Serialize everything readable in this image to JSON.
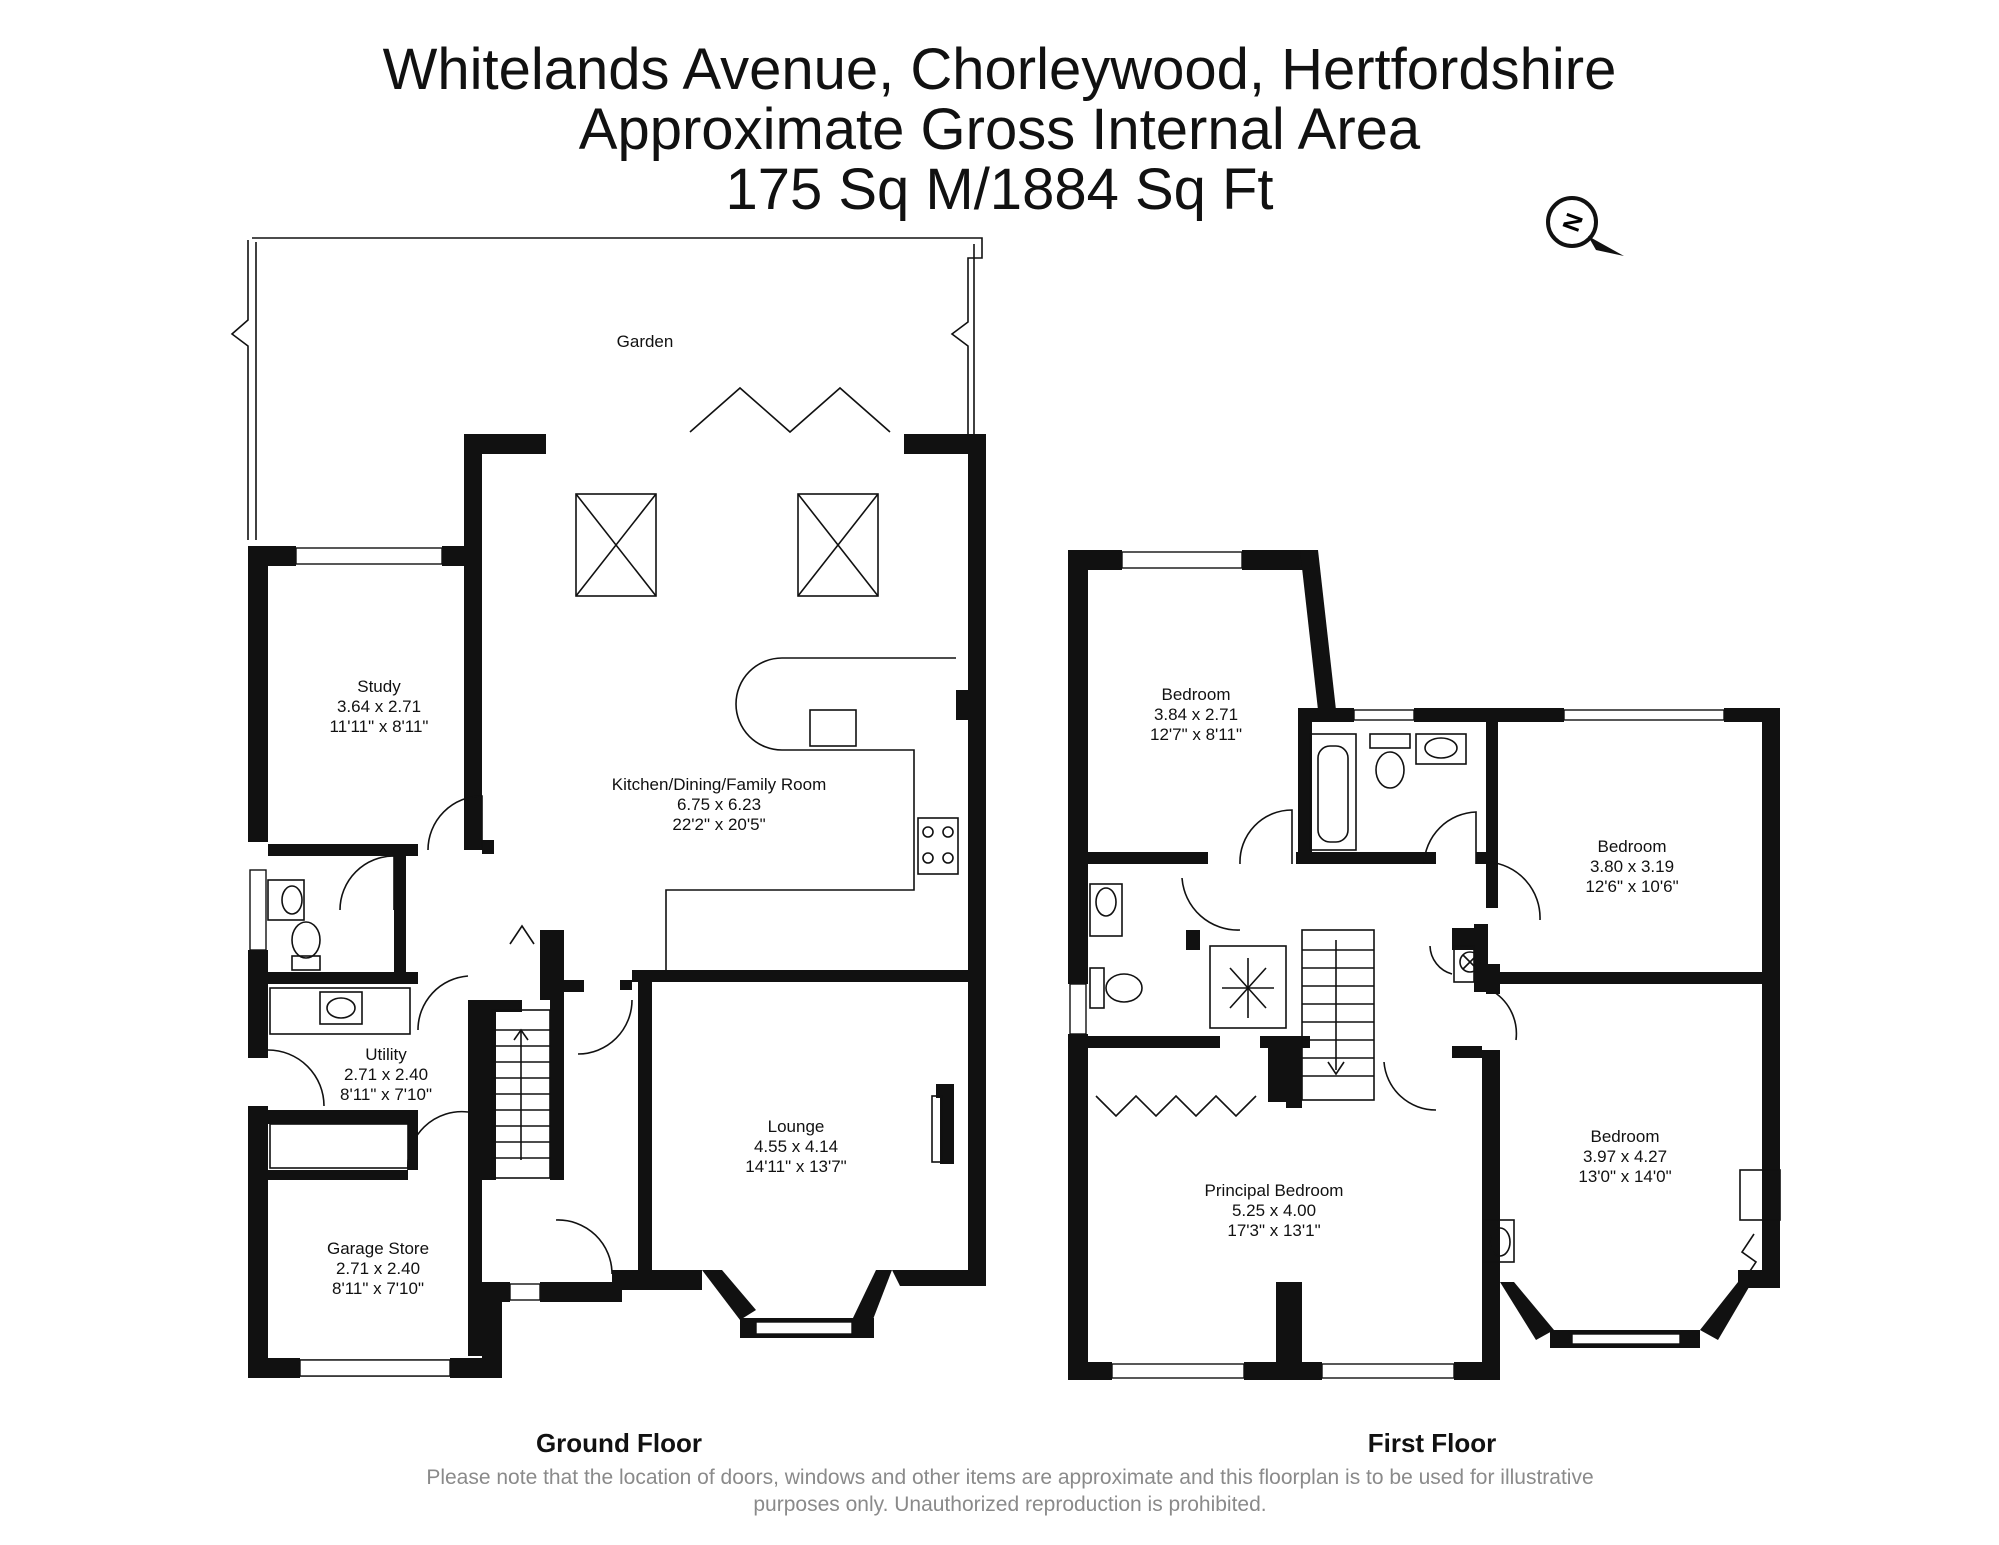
{
  "header": {
    "line1": "Whitelands Avenue, Chorleywood, Hertfordshire",
    "line2": "Approximate Gross Internal Area",
    "line3": "175 Sq M/1884 Sq Ft"
  },
  "compass": {
    "letter": "N",
    "icon": "north-compass-icon"
  },
  "ground_floor": {
    "label": "Ground Floor",
    "rooms": {
      "garden": {
        "name": "Garden"
      },
      "study": {
        "name": "Study",
        "metric": "3.64 x 2.71",
        "imperial": "11'11\" x 8'11\""
      },
      "kitchen": {
        "name": "Kitchen/Dining/Family Room",
        "metric": "6.75 x 6.23",
        "imperial": "22'2\" x 20'5\""
      },
      "utility": {
        "name": "Utility",
        "metric": "2.71 x 2.40",
        "imperial": "8'11\" x 7'10\""
      },
      "lounge": {
        "name": "Lounge",
        "metric": "4.55 x 4.14",
        "imperial": "14'11\" x 13'7\""
      },
      "garage": {
        "name": "Garage Store",
        "metric": "2.71 x 2.40",
        "imperial": "8'11\" x 7'10\""
      }
    }
  },
  "first_floor": {
    "label": "First Floor",
    "rooms": {
      "bedroom_a": {
        "name": "Bedroom",
        "metric": "3.84 x 2.71",
        "imperial": "12'7\" x 8'11\""
      },
      "bedroom_b": {
        "name": "Bedroom",
        "metric": "3.80 x 3.19",
        "imperial": "12'6\" x 10'6\""
      },
      "principal": {
        "name": "Principal Bedroom",
        "metric": "5.25 x 4.00",
        "imperial": "17'3\" x 13'1\""
      },
      "bedroom_c": {
        "name": "Bedroom",
        "metric": "3.97 x 4.27",
        "imperial": "13'0\" x 14'0\""
      }
    }
  },
  "disclaimer": {
    "line1": "Please note that the location of doors, windows and other items are approximate and this floorplan is to be used for illustrative",
    "line2": "purposes only. Unauthorized reproduction is prohibited."
  }
}
